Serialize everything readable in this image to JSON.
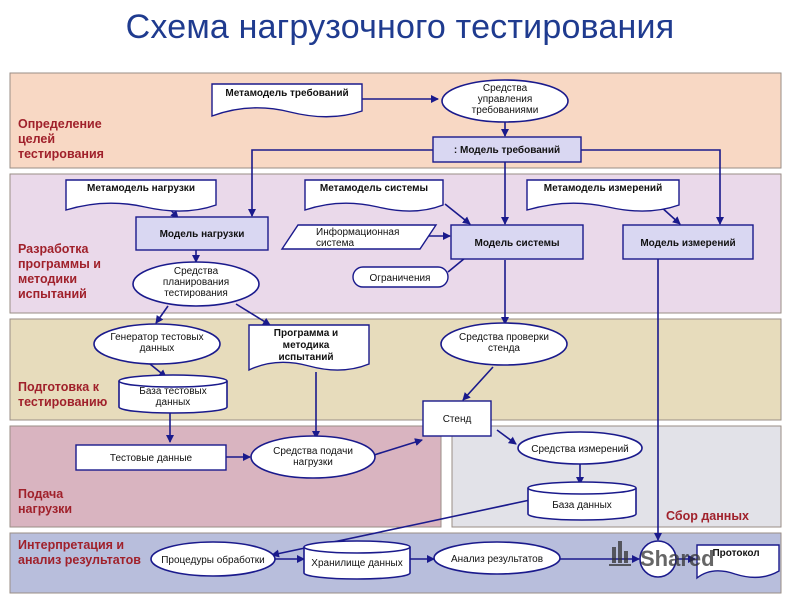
{
  "title": "Схема нагрузочного тестирования",
  "lanes": {
    "goals": "Определение целей тестирования",
    "program": "Разработка программы и методики испытаний",
    "prep": "Подготовка к тестированию",
    "load": "Подача нагрузки",
    "collect": "Сбор данных",
    "interp": "Интерпретация и анализ результатов"
  },
  "nodes": {
    "req_metamodel": "Метамодель требований",
    "req_tools": "Средства управления требованиями",
    "req_model": ": Модель требований",
    "load_metamodel": "Метамодель нагрузки",
    "sys_metamodel": "Метамодель системы",
    "meas_metamodel": "Метамодель измерений",
    "load_model": "Модель нагрузки",
    "info_system": "Информационная система",
    "sys_model": "Модель системы",
    "meas_model": "Модель измерений",
    "constraints": "Ограничения",
    "planning_tools": "Средства планирования тестирования",
    "generator": "Генератор тестовых данных",
    "program_doc": "Программа и методика испытаний",
    "stand_check": "Средства проверки стенда",
    "test_db": "База тестовых данных",
    "stand": "Стенд",
    "test_data": "Тестовые данные",
    "load_tools": "Средства подачи нагрузки",
    "meas_tools": "Средства измерений",
    "database": "База данных",
    "processing": "Процедуры обработки",
    "storage": "Хранилище данных",
    "analysis": "Анализ результатов",
    "protocol": "Протокол"
  },
  "watermark": "Shared",
  "colors": {
    "title": "#1f3b8f",
    "lane_goals": "#f8d8c4",
    "lane_program": "#ead9ea",
    "lane_prep": "#e7dcbc",
    "lane_load": "#d9b4c0",
    "lane_collect": "#e2e2e8",
    "lane_interp": "#b8bedc",
    "label": "#a0212b",
    "shape_stroke": "#1a1a8c"
  }
}
